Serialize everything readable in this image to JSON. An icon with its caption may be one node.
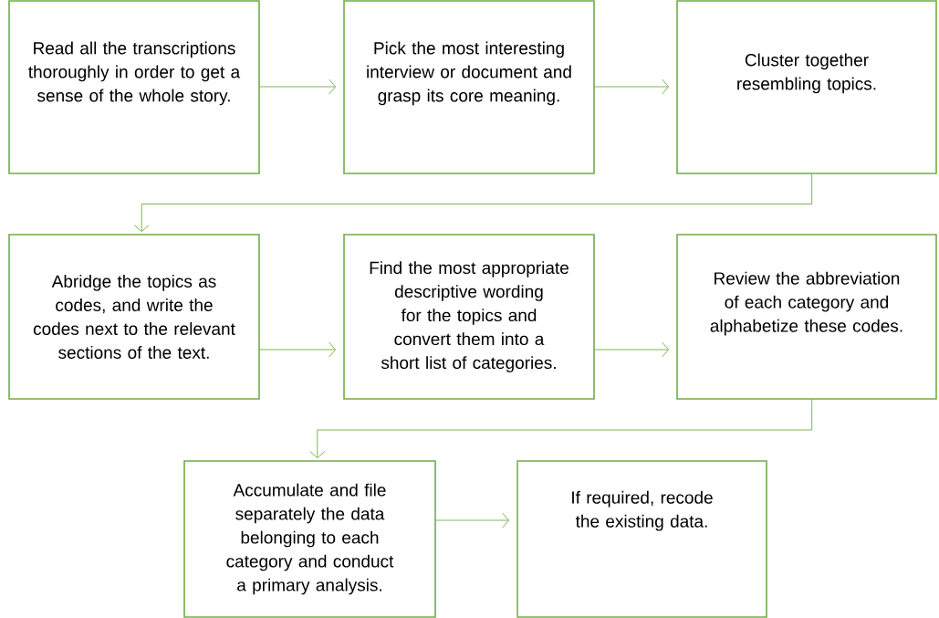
{
  "diagram": {
    "nodes": [
      {
        "text": [
          "Read all the transcriptions thoroughly in order to get a sense of the whole story."
        ]
      },
      {
        "text": [
          "Pick the most interesting interview or document and grasp its core meaning."
        ]
      },
      {
        "text": [
          "Cluster together resembling topics."
        ]
      },
      {
        "text": [
          "Abridge the topics as codes, and write the codes next to the relevant sections of the text."
        ]
      },
      {
        "text": [
          "Find the most appropriate descriptive wording for the topics and convert them into a short list of categories."
        ]
      },
      {
        "text": [
          "Review the abbreviation of each category and alphabetize these codes."
        ]
      },
      {
        "text": [
          "Accumulate and file separately the data belonging to each category and conduct a primary analysis."
        ]
      },
      {
        "text": [
          "If required, recode the existing data."
        ]
      }
    ],
    "edges": [
      {
        "from": 0,
        "to": 1,
        "arrow": "to"
      },
      {
        "from": 1,
        "to": 2,
        "arrow": "to"
      },
      {
        "from": 2,
        "to": 3,
        "arrow": "to"
      },
      {
        "from": 3,
        "to": 4,
        "arrow": "to"
      },
      {
        "from": 4,
        "to": 5,
        "arrow": "to"
      },
      {
        "from": 5,
        "to": 6,
        "arrow": "to"
      },
      {
        "from": 6,
        "to": 7,
        "arrow": "to"
      }
    ]
  }
}
